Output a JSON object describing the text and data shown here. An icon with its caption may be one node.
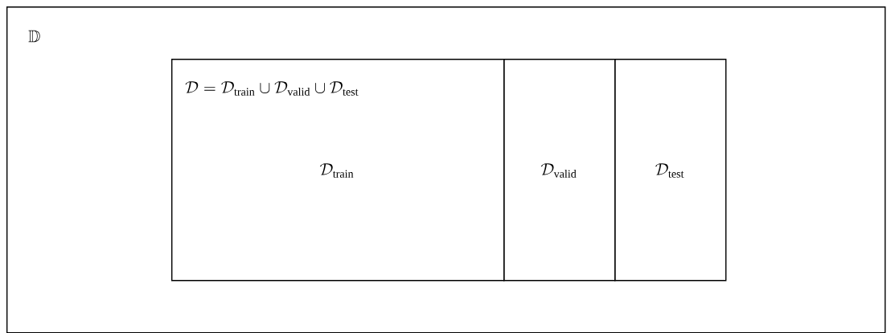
{
  "diagram": {
    "nodes": [
      {
        "text": [
          "\\mathbb{D}"
        ]
      },
      {
        "text": [
          "\\mathcal{D} = \\mathcal{D}_{\\mathrm{train}} \\cup \\mathcal{D}_{\\mathrm{valid}} \\cup \\mathcal{D}_{\\mathrm{test}}",
          "\\mathcal{D}_{\\mathrm{train}}"
        ],
        "in": 0
      },
      {
        "text": [
          "\\mathcal{D}_{\\mathrm{valid}}"
        ],
        "in": 0
      },
      {
        "text": [
          "\\mathcal{D}_{\\mathrm{test}}"
        ],
        "in": 0
      }
    ]
  }
}
